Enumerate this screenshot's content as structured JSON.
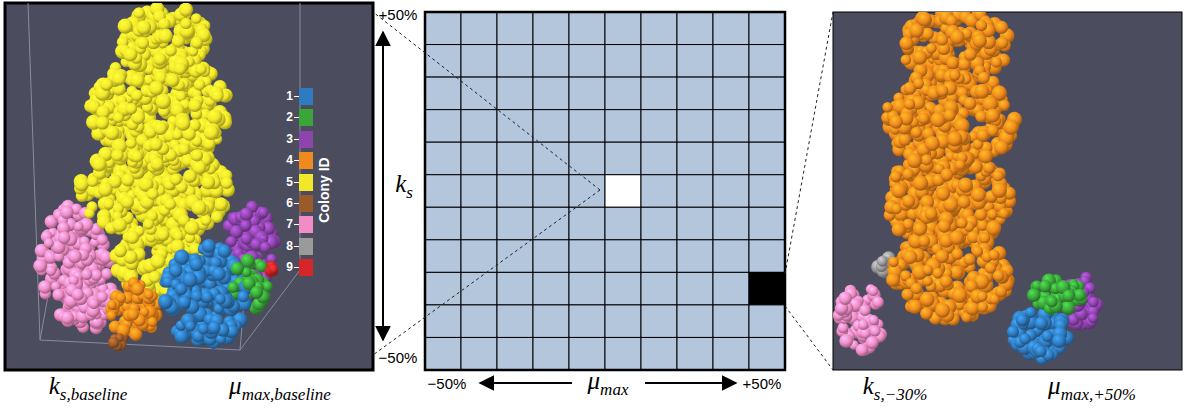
{
  "diagram": {
    "labels": [
      "Colony ID",
      "+50%",
      "ks",
      "−50%",
      "−50%",
      "μmax",
      "+50%",
      "ks,baseline",
      "μmax,baseline",
      "ks,−30%",
      "μmax,+50%"
    ],
    "legend": [
      {
        "text": "1",
        "color": "#2f7bbf"
      },
      {
        "text": "2",
        "color": "#3aa63a"
      },
      {
        "text": "3",
        "color": "#8e44ad"
      },
      {
        "text": "4",
        "color": "#f08a1c"
      },
      {
        "text": "5",
        "color": "#f2e82a"
      },
      {
        "text": "6",
        "color": "#9a5a2a"
      },
      {
        "text": "7",
        "color": "#f08cc6"
      },
      {
        "text": "8",
        "color": "#9a9a9a"
      },
      {
        "text": "9",
        "color": "#d62728"
      }
    ]
  }
}
